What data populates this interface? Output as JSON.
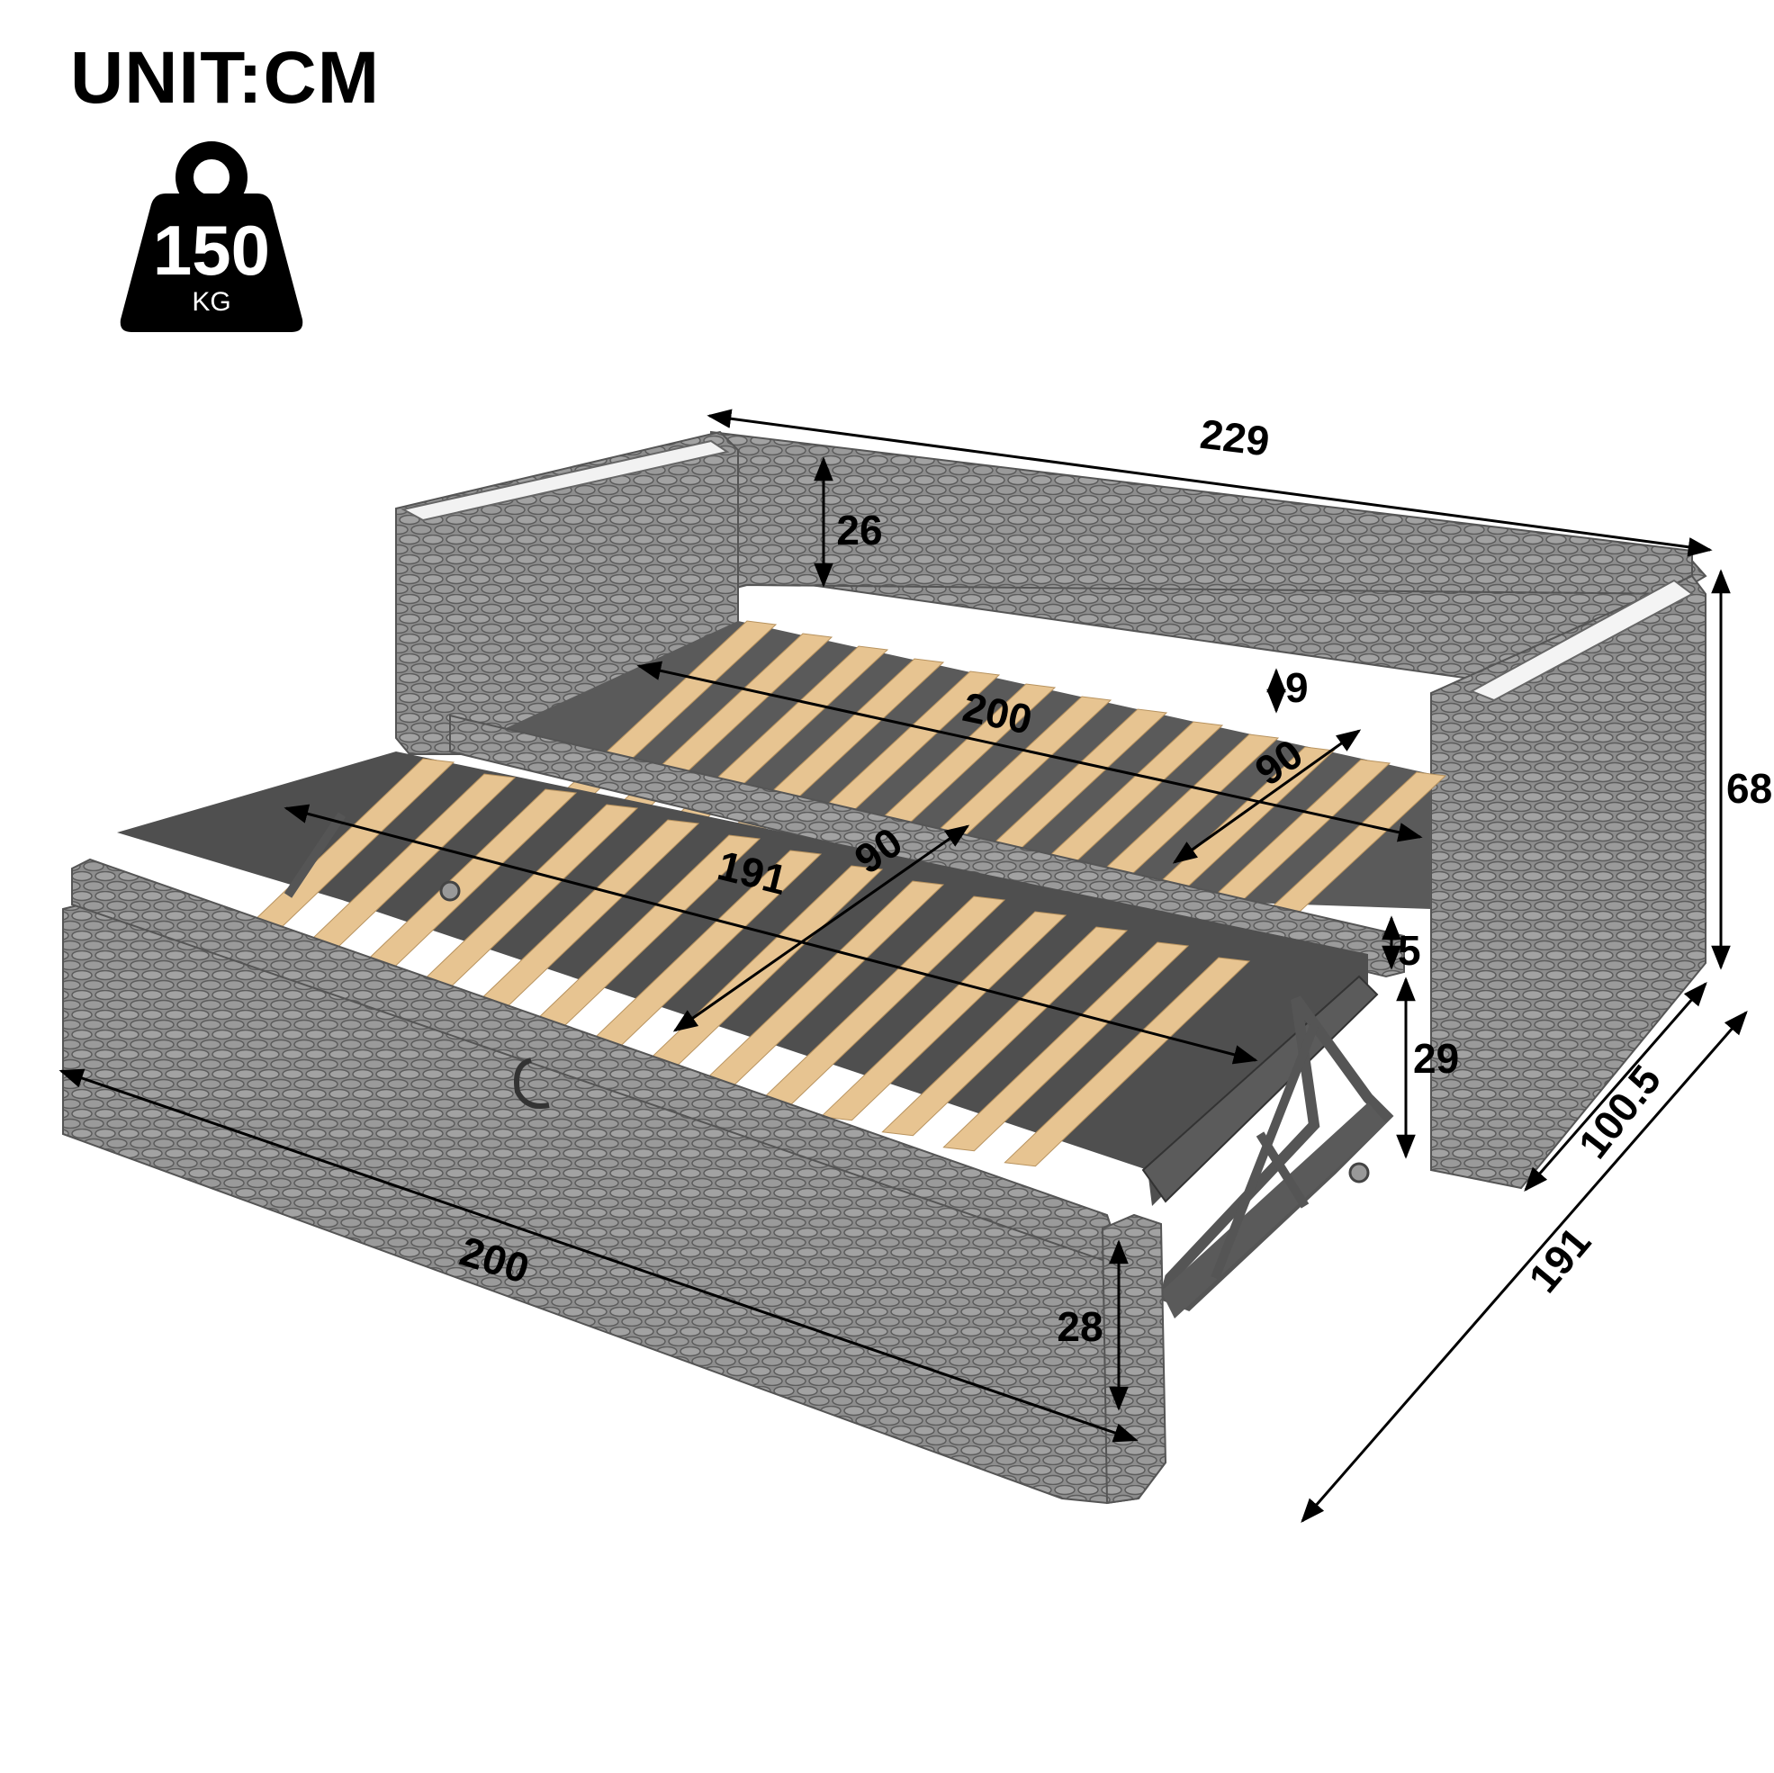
{
  "header": {
    "unit_label": "UNIT:CM"
  },
  "weight_badge": {
    "value": "150",
    "unit": "KG",
    "icon": "weight-icon"
  },
  "colors": {
    "upholstery": "#8a8a8a",
    "upholstery_dark": "#5e5e5e",
    "slats": "#e7c491",
    "frame": "#6b6b6b",
    "dimension_lines": "#000000"
  },
  "dimensions": {
    "overall_length": "229",
    "back_height": "26",
    "overall_height": "68",
    "inner_length": "200",
    "gap_height": "9",
    "inner_width": "90",
    "trundle_length": "191",
    "trundle_width": "90",
    "rail_height": "5",
    "trundle_top_height": "29",
    "overall_depth": "100.5",
    "extended_depth": "191",
    "front_length": "200",
    "trundle_front_height": "28"
  }
}
